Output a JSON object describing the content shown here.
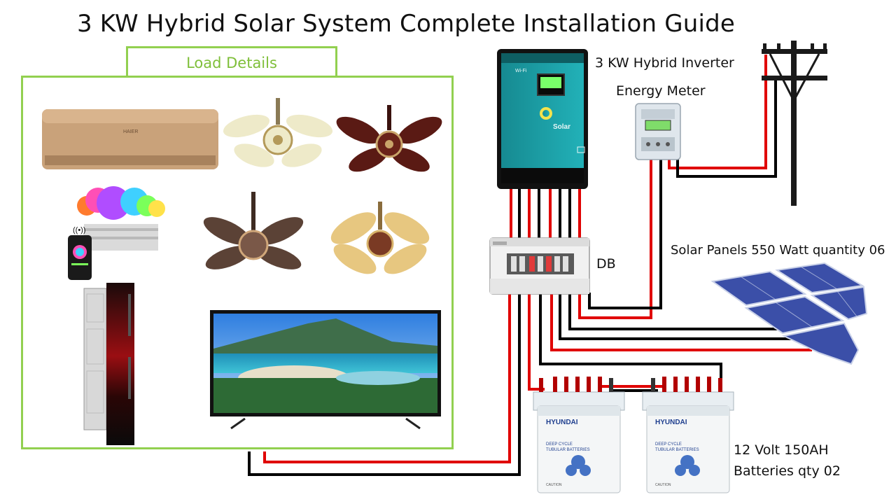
{
  "title": "3 KW Hybrid Solar System Complete Installation Guide",
  "load_section": {
    "tab_label": "Load Details",
    "items": [
      "air-conditioner",
      "ceiling-fan-cream",
      "ceiling-fan-maroon",
      "smart-bulbs",
      "smart-phone-app",
      "ceiling-fan-brown",
      "ceiling-fan-gold",
      "refrigerator",
      "television"
    ]
  },
  "components": {
    "inverter": {
      "label": "3 KW Hybrid Inverter",
      "wifi_text": "Wi-Fi",
      "brand_text": "Solar"
    },
    "energy_meter": {
      "label": "Energy Meter"
    },
    "db": {
      "label": "DB"
    },
    "solar_panels": {
      "label": "Solar Panels 550 Watt quantity 06"
    },
    "batteries": {
      "label_line1": "12 Volt 150AH",
      "label_line2": "Batteries qty 02",
      "brand": "HYUNDAI",
      "type_line1": "DEEP CYCLE",
      "type_line2": "TUBULAR BATTERIES",
      "caution": "CAUTION"
    }
  },
  "colors": {
    "green_border": "#92d050",
    "wire_red": "#e00000",
    "wire_black": "#000000",
    "inverter_teal": "#1c9fa6"
  }
}
